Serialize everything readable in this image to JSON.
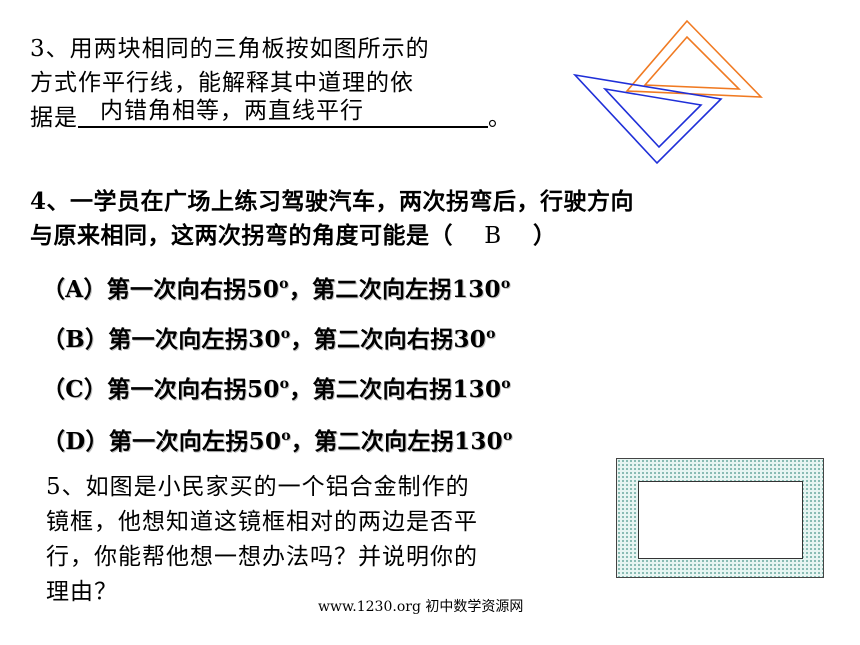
{
  "q3": {
    "line1": "3、用两块相同的三角板按如图所示的",
    "line2": "方式作平行线，能解释其中道理的依",
    "line3_prefix": "据是",
    "answer": "内错角相等，两直线平行",
    "line3_suffix": "。"
  },
  "q4": {
    "line1": "4、一学员在广场上练习驾驶汽车，两次拐弯后，行驶方向",
    "line2_prefix": "与原来相同，这两次拐弯的角度可能是（",
    "answer": "B",
    "line2_suffix": "）",
    "options": [
      {
        "label": "（A）",
        "text_a": "第一次向右拐50",
        "deg": "o",
        "text_b": "，第二次向左拐130",
        "deg2": "o"
      },
      {
        "label": "（B）",
        "text_a": "第一次向左拐30",
        "deg": "o",
        "text_b": "，第二次向右拐30",
        "deg2": "o"
      },
      {
        "label": "（C）",
        "text_a": "第一次向右拐50",
        "deg": "o",
        "text_b": "，第二次向右拐130",
        "deg2": "o"
      },
      {
        "label": "（D）",
        "text_a": "第一次向左拐50",
        "deg": "o",
        "text_b": "，第二次向左拐130",
        "deg2": "o"
      }
    ]
  },
  "q5": {
    "line1": "5、如图是小民家买的一个铝合金制作的",
    "line2": "镜框，他想知道这镜框相对的两边是否平",
    "line3": "行，你能帮他想一想办法吗？并说明你的",
    "line4": "理由？"
  },
  "footer": "www.1230.org 初中数学资源网",
  "colors": {
    "triangle_orange": "#f07a22",
    "triangle_blue": "#1f2fd8",
    "frame_fill": "#e7f5f2"
  }
}
